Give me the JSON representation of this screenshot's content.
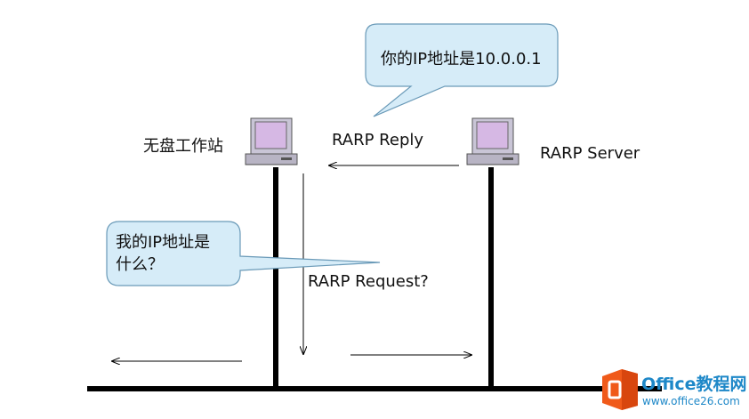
{
  "diagram": {
    "workstation_label": "无盘工作站",
    "server_label": "RARP Server",
    "reply_label": "RARP Reply",
    "request_label": "RARP Request?",
    "bubble_top": {
      "lines": [
        "你的IP地址是10.0.0.1"
      ]
    },
    "bubble_left": {
      "lines": [
        "我的IP地址是",
        "什么？"
      ]
    }
  },
  "watermark": {
    "brand": "Office教程网",
    "url": "www.office26.com"
  },
  "colors": {
    "bubble_fill": "#d6ecf8",
    "bubble_stroke": "#6a9ab8",
    "line": "#000000",
    "monitor_body": "#c9c5d6",
    "monitor_screen": "#d6b8e4",
    "watermark_blue": "#1e88c8",
    "logo_orange": "#f05a1a"
  }
}
